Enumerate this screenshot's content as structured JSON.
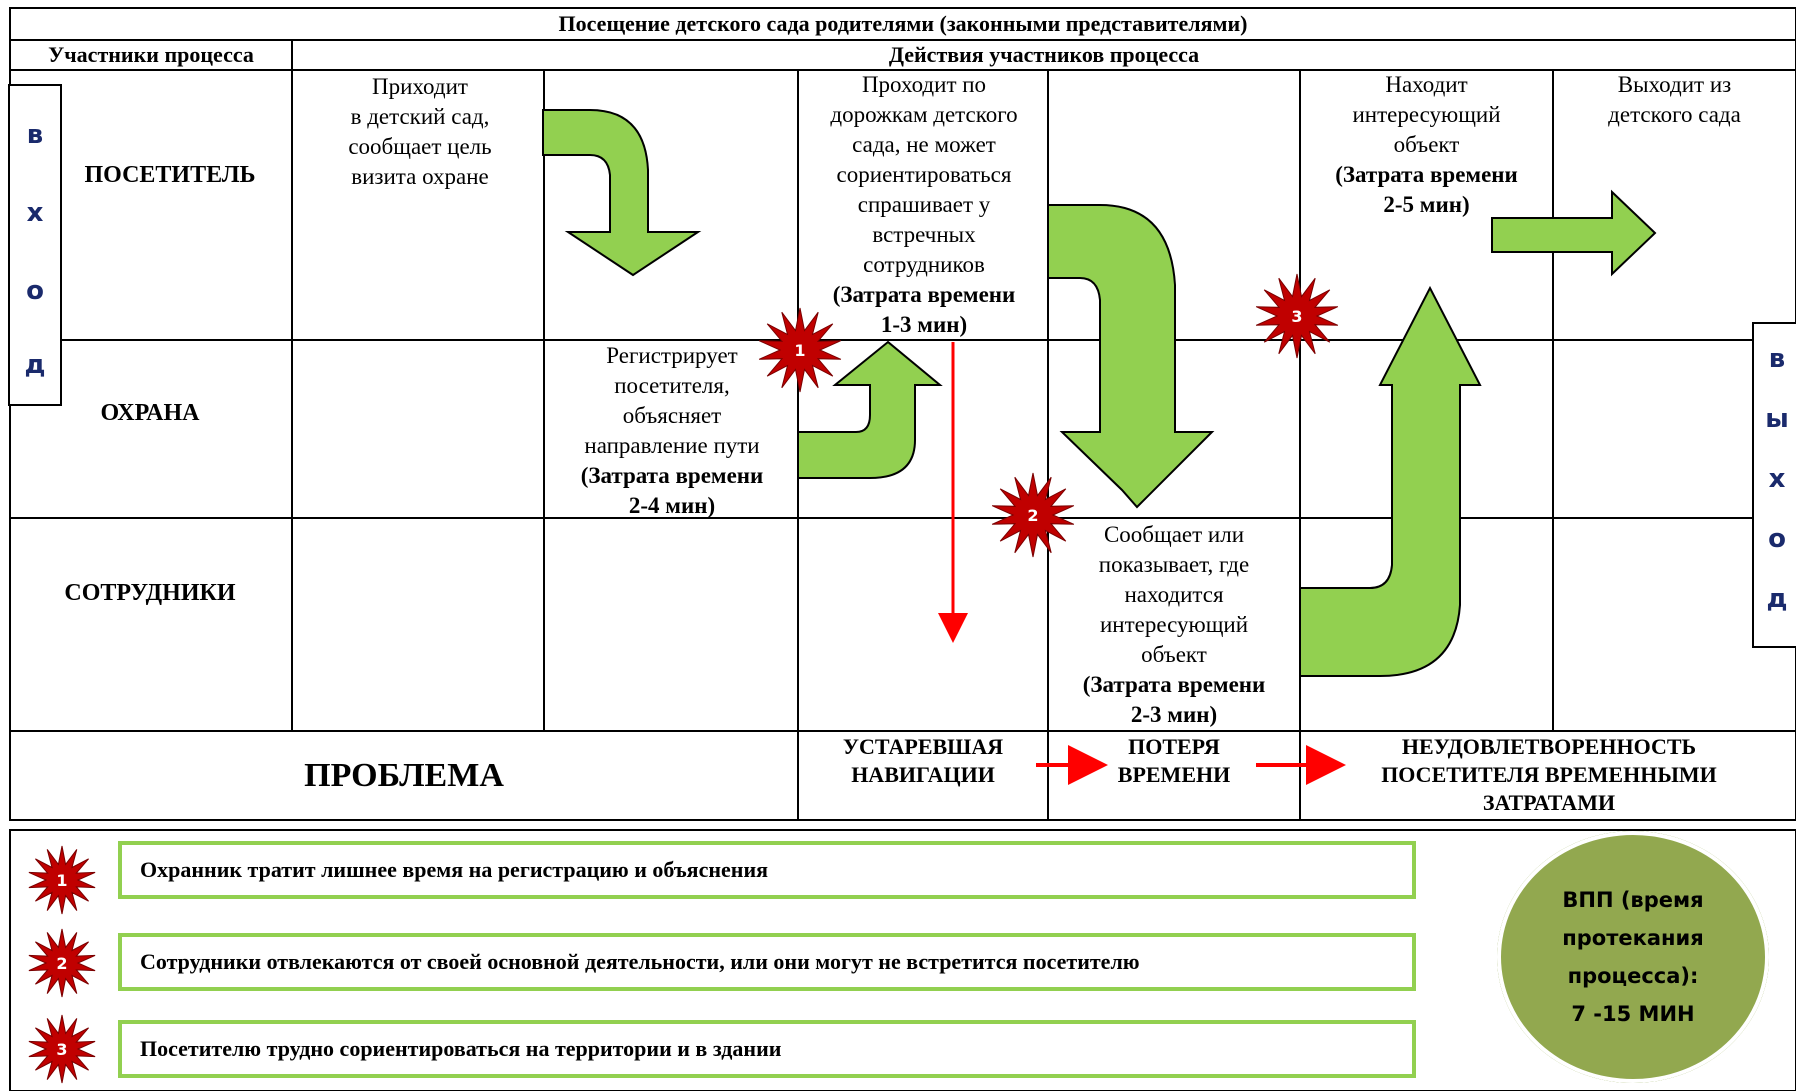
{
  "title": "Посещение детского сада родителями (законными представителями)",
  "header": {
    "participants": "Участники процесса",
    "actions": "Действия участников процесса"
  },
  "roles": {
    "visitor": "ПОСЕТИТЕЛЬ",
    "guard": "ОХРАНА",
    "staff": "СОТРУДНИКИ"
  },
  "entry_letters": [
    "в",
    "х",
    "о",
    "д"
  ],
  "exit_letters": [
    "в",
    "ы",
    "х",
    "о",
    "д"
  ],
  "steps": {
    "arrive": [
      "Приходит",
      "в детский сад,",
      "сообщает цель",
      "визита охране"
    ],
    "register": [
      "Регистрирует",
      "посетителя,",
      "объясняет",
      "направление пути"
    ],
    "register_time": [
      "(Затрата времени",
      "2-4 мин)"
    ],
    "walk": [
      "Проходит по",
      "дорожкам детского",
      "сада, не может",
      "сориентироваться",
      "спрашивает у",
      "встречных",
      "сотрудников"
    ],
    "walk_time": [
      "(Затрата времени",
      "1-3 мин)"
    ],
    "inform": [
      "Сообщает или",
      "показывает, где",
      "находится",
      "интересующий",
      "объект"
    ],
    "inform_time": [
      "(Затрата времени",
      "2-3 мин)"
    ],
    "find": [
      "Находит",
      "интересующий",
      "объект"
    ],
    "find_time": [
      "(Затрата времени",
      "2-5 мин)"
    ],
    "leave": [
      "Выходит из",
      "детского сада"
    ]
  },
  "problem": {
    "label": "ПРОБЛЕМА",
    "p1": [
      "УСТАРЕВШАЯ",
      "НАВИГАЦИИ"
    ],
    "p2": [
      "ПОТЕРЯ",
      "ВРЕМЕНИ"
    ],
    "p3": [
      "НЕУДОВЛЕТВОРЕННОСТЬ",
      "ПОСЕТИТЕЛЯ ВРЕМЕННЫМИ",
      "ЗАТРАТАМИ"
    ]
  },
  "markers": [
    "1",
    "2",
    "3"
  ],
  "legend": [
    {
      "num": "1",
      "text": "Охранник тратит лишнее время на регистрацию и объяснения"
    },
    {
      "num": "2",
      "text": "Сотрудники отвлекаются от своей основной деятельности, или они могут не встретится посетителю"
    },
    {
      "num": "3",
      "text": "Посетителю трудно сориентироваться на территории и в здании"
    }
  ],
  "summary": [
    "ВПП (время",
    "протекания",
    "процесса):",
    "7 -15 МИН"
  ],
  "colors": {
    "arrow_fill": "#92d050",
    "star_fill": "#c00000",
    "red_arrow": "#ff0000",
    "legend_border": "#92d050",
    "summary_fill": "#92a84f",
    "letter_color": "#1a2a6c"
  }
}
